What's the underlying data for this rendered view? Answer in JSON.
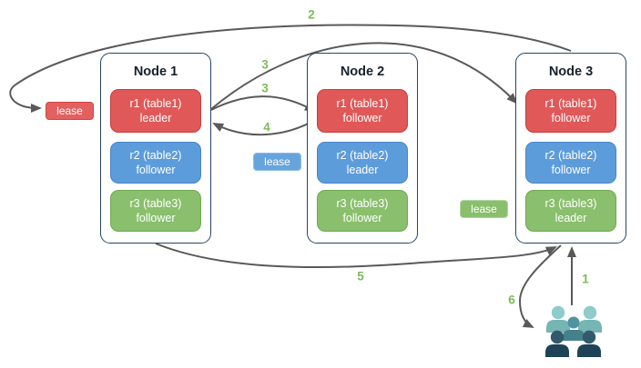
{
  "nodes": [
    {
      "title": "Node 1",
      "replicas": [
        {
          "range": "r1 (table1)",
          "role": "leader",
          "color": "red"
        },
        {
          "range": "r2 (table2)",
          "role": "follower",
          "color": "blue"
        },
        {
          "range": "r3 (table3)",
          "role": "follower",
          "color": "green"
        }
      ]
    },
    {
      "title": "Node 2",
      "replicas": [
        {
          "range": "r1 (table1)",
          "role": "follower",
          "color": "red"
        },
        {
          "range": "r2 (table2)",
          "role": "leader",
          "color": "blue"
        },
        {
          "range": "r3 (table3)",
          "role": "follower",
          "color": "green"
        }
      ]
    },
    {
      "title": "Node 3",
      "replicas": [
        {
          "range": "r1 (table1)",
          "role": "follower",
          "color": "red"
        },
        {
          "range": "r2 (table2)",
          "role": "follower",
          "color": "blue"
        },
        {
          "range": "r3 (table3)",
          "role": "leader",
          "color": "green"
        }
      ]
    }
  ],
  "leases": {
    "r1": {
      "label": "lease",
      "color": "red",
      "next_to": "Node 1"
    },
    "r2": {
      "label": "lease",
      "color": "blue",
      "next_to": "Node 2"
    },
    "r3": {
      "label": "lease",
      "color": "green",
      "next_to": "Node 3"
    }
  },
  "steps": {
    "s1": "1",
    "s2": "2",
    "s3a": "3",
    "s3b": "3",
    "s4": "4",
    "s5": "5",
    "s6": "6"
  },
  "edges": [
    {
      "step": "1",
      "from": "users",
      "to": "node3-bottom"
    },
    {
      "step": "2",
      "from": "node3-top",
      "to": "lease-r1-at-node1"
    },
    {
      "step": "3",
      "from": "node1-r1-leader",
      "to": "node3-r1-follower"
    },
    {
      "step": "3",
      "from": "node1-r1-leader",
      "to": "node2-r1-follower"
    },
    {
      "step": "4",
      "from": "node2-r1-follower",
      "to": "node1-r1-leader"
    },
    {
      "step": "5",
      "from": "node1-bottom",
      "to": "node3-bottom"
    },
    {
      "step": "6",
      "from": "node3-bottom",
      "to": "users"
    }
  ],
  "icons": {
    "users_group": "users-group-icon"
  },
  "colors": {
    "red_fill": "#e05858",
    "red_border": "#c43f3f",
    "blue_fill": "#5d9cdb",
    "blue_border": "#4a85c4",
    "green_fill": "#8abf6d",
    "green_border": "#6fa953",
    "node_border": "#274561",
    "arrow": "#595959",
    "step_label": "#7dbb5a",
    "users_back": "#8fcbca",
    "users_back_body": "#75b5b4",
    "users_mid_head": "#4f93a1",
    "users_mid_body": "#45808d",
    "users_front_head": "#33596c",
    "users_front_body": "#1e4356"
  }
}
